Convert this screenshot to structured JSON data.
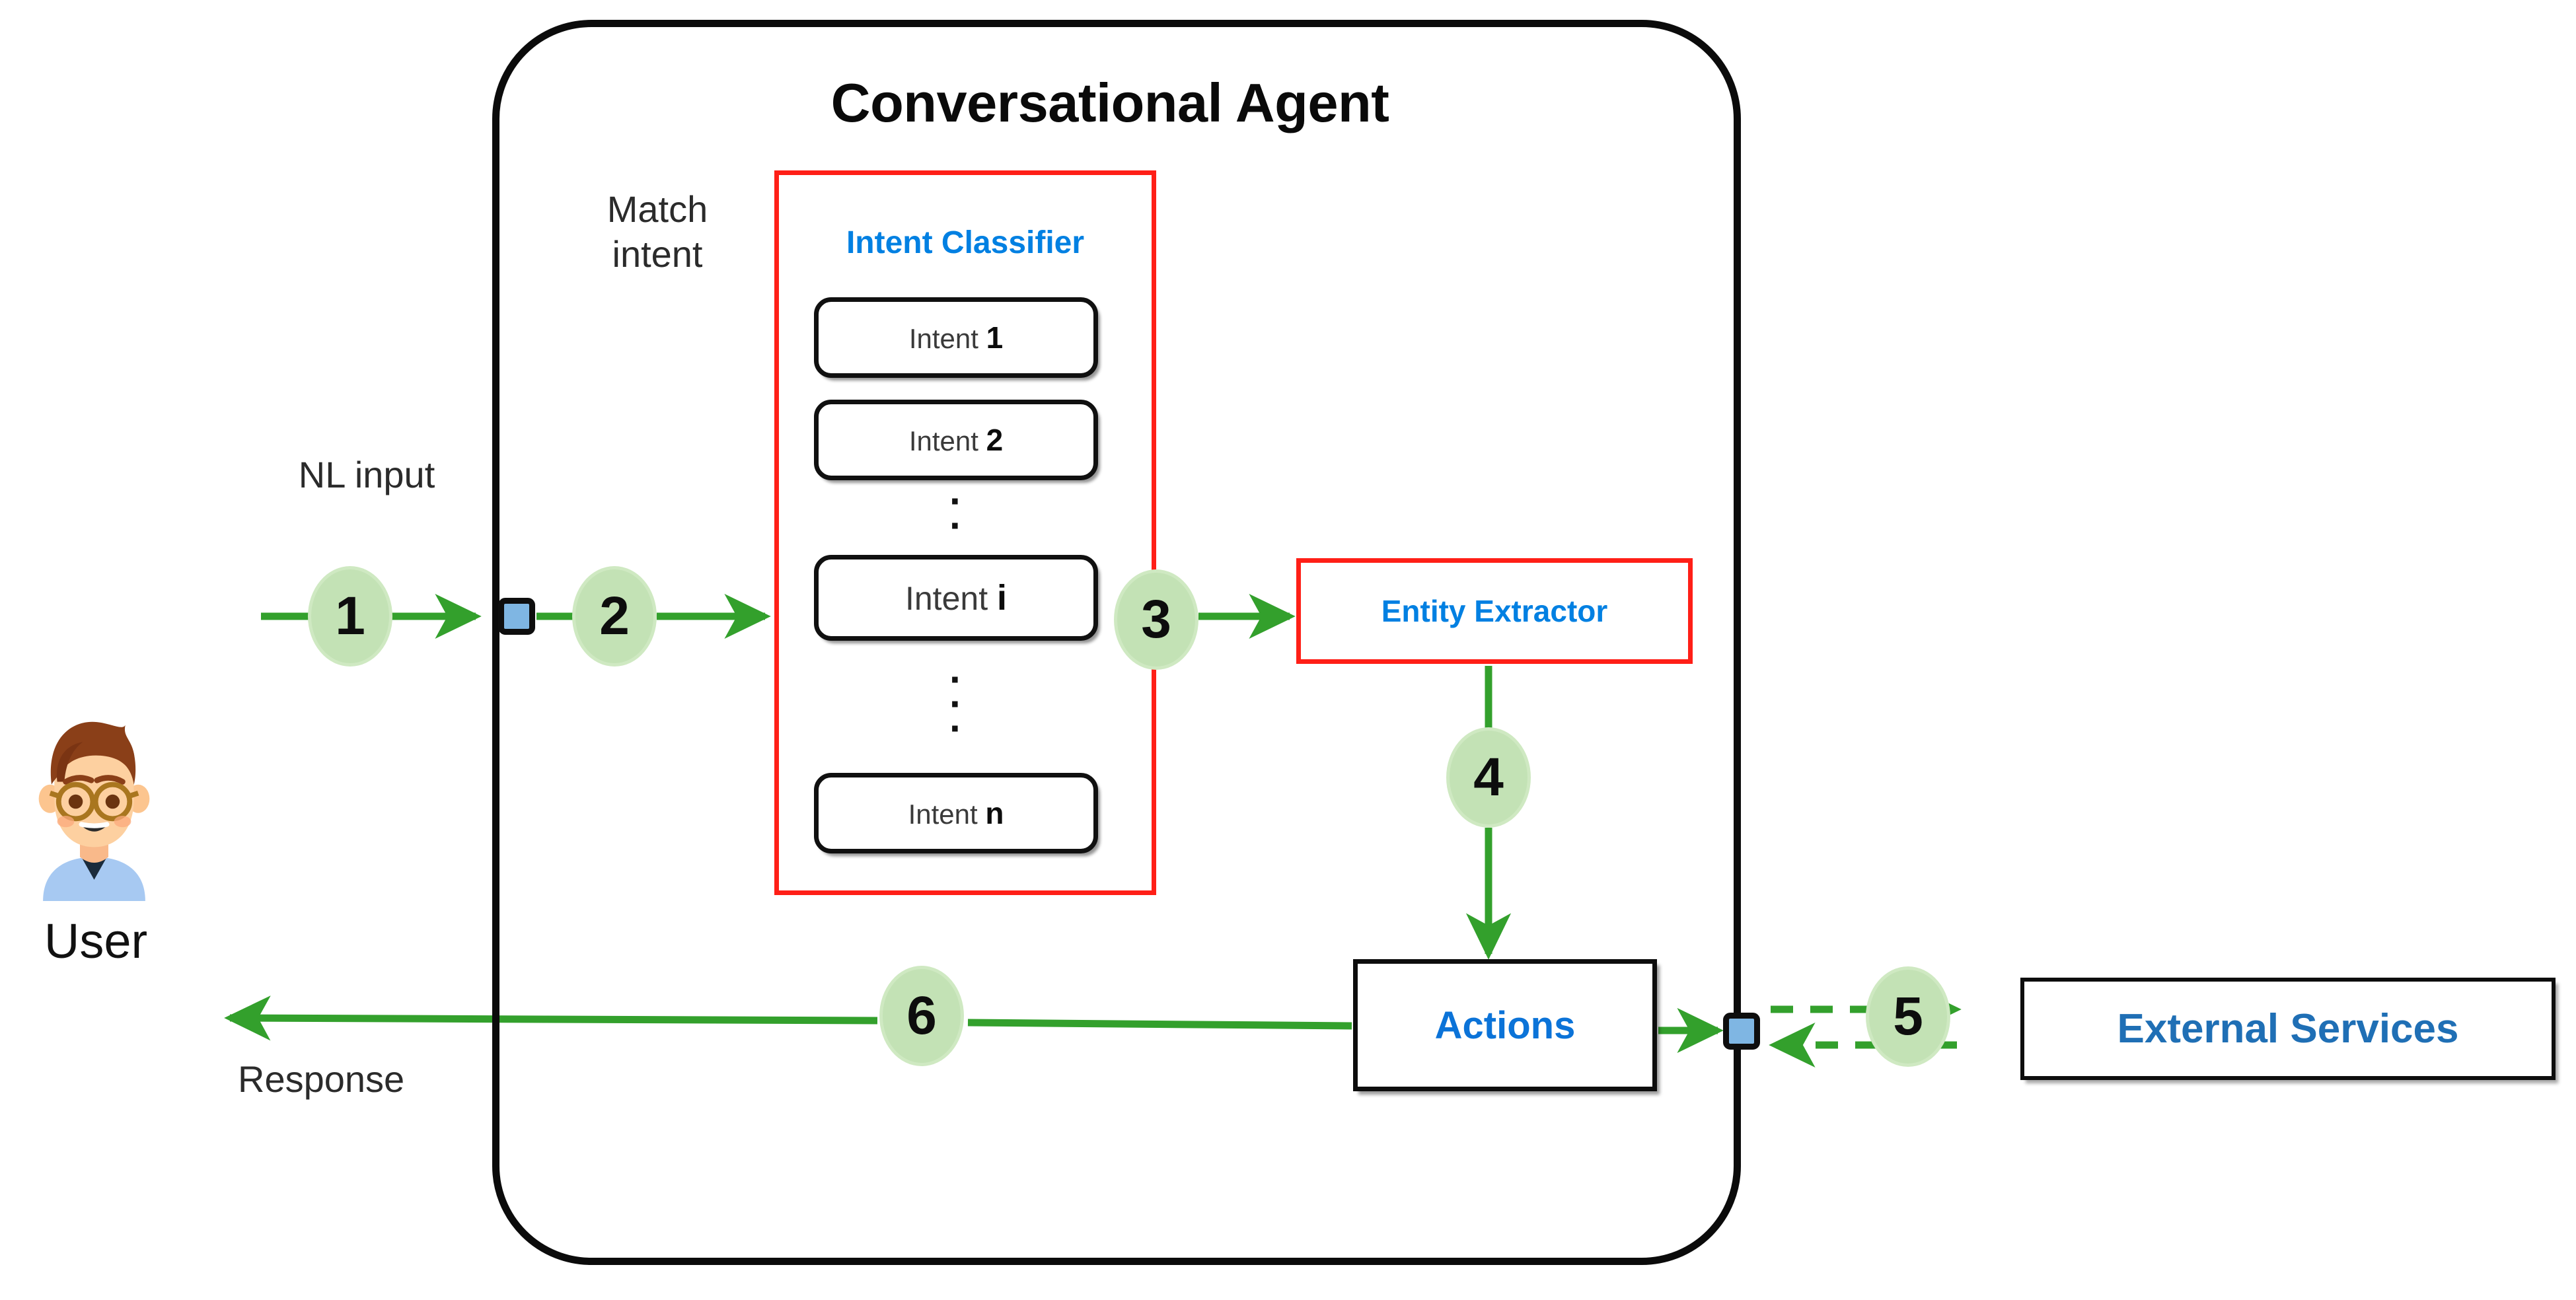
{
  "diagram": {
    "title": "Conversational Agent",
    "type": "architecture-flow",
    "background": "#ffffff",
    "colors": {
      "agent_border": "#0b0b0b",
      "accent_red": "#ff1f17",
      "accent_blue": "#0080e2",
      "actions_blue": "#0b73d8",
      "external_blue": "#1f6fb5",
      "flow_green": "#33a02c",
      "step_fill": "#c3e2b5",
      "port_blue": "#7fb6e3"
    }
  },
  "actor": {
    "label": "User",
    "icon": "person-avatar-icon"
  },
  "edge_labels": {
    "nl_input": "NL input",
    "response": "Response",
    "match_intent": "Match\nintent"
  },
  "agent": {
    "title": "Conversational Agent",
    "classifier": {
      "title": "Intent Classifier",
      "intents": [
        {
          "prefix": "Intent",
          "id": "1"
        },
        {
          "prefix": "Intent",
          "id": "2"
        },
        {
          "prefix": "Intent",
          "id": "i"
        },
        {
          "prefix": "Intent",
          "id": "n"
        }
      ],
      "ellipsis": "·\n·"
    },
    "entity_extractor": {
      "title": "Entity Extractor"
    },
    "actions": {
      "title": "Actions"
    }
  },
  "external": {
    "title": "External Services"
  },
  "steps": [
    {
      "number": "1",
      "from": "user",
      "to": "agent-input-port"
    },
    {
      "number": "2",
      "from": "agent-input-port",
      "to": "intent-classifier"
    },
    {
      "number": "3",
      "from": "intent-classifier",
      "to": "entity-extractor"
    },
    {
      "number": "4",
      "from": "entity-extractor",
      "to": "actions"
    },
    {
      "number": "5",
      "from": "agent-output-port",
      "to": "external-services"
    },
    {
      "number": "6",
      "from": "actions",
      "to": "user"
    }
  ]
}
